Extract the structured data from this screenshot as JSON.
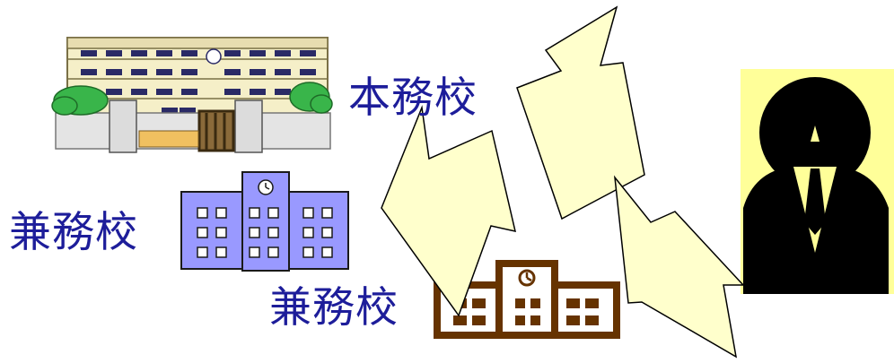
{
  "labels": {
    "main_school": "本務校",
    "concurrent_school_1": "兼務校",
    "concurrent_school_2": "兼務校"
  },
  "colors": {
    "label_text": "#1d1d9a",
    "arrow_fill": "#ffffcc",
    "person_background": "#ffff99",
    "person_silhouette": "#000000",
    "school_purple": "#9999ff",
    "school_brown": "#663300",
    "main_building": "#f5efc8",
    "bush_green": "#39b54a"
  },
  "icons": {
    "main_school": "school-building-photo-icon",
    "concurrent_school_1": "school-building-icon",
    "concurrent_school_2": "school-building-outline-icon",
    "person": "person-silhouette-icon"
  }
}
